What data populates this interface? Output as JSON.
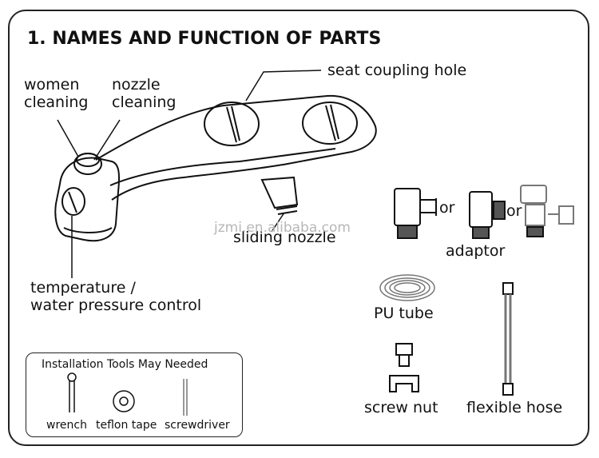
{
  "title": "1. NAMES AND FUNCTION OF PARTS",
  "labels": {
    "women_cleaning": [
      "women",
      "cleaning"
    ],
    "nozzle_cleaning": [
      "nozzle",
      "cleaning"
    ],
    "seat_coupling_hole": "seat coupling hole",
    "sliding_nozzle": "sliding nozzle",
    "temperature_control": [
      "temperature /",
      "water pressure control"
    ],
    "or_1": "or",
    "or_2": "or",
    "adaptor": "adaptor",
    "pu_tube": "PU tube",
    "screw_nut": "screw nut",
    "flexible_hose": "flexible hose"
  },
  "tools": {
    "heading": "Installation Tools May Needed",
    "items": [
      "wrench",
      "teflon tape",
      "screwdriver"
    ]
  },
  "watermark": "jzmi.en.alibaba.com"
}
